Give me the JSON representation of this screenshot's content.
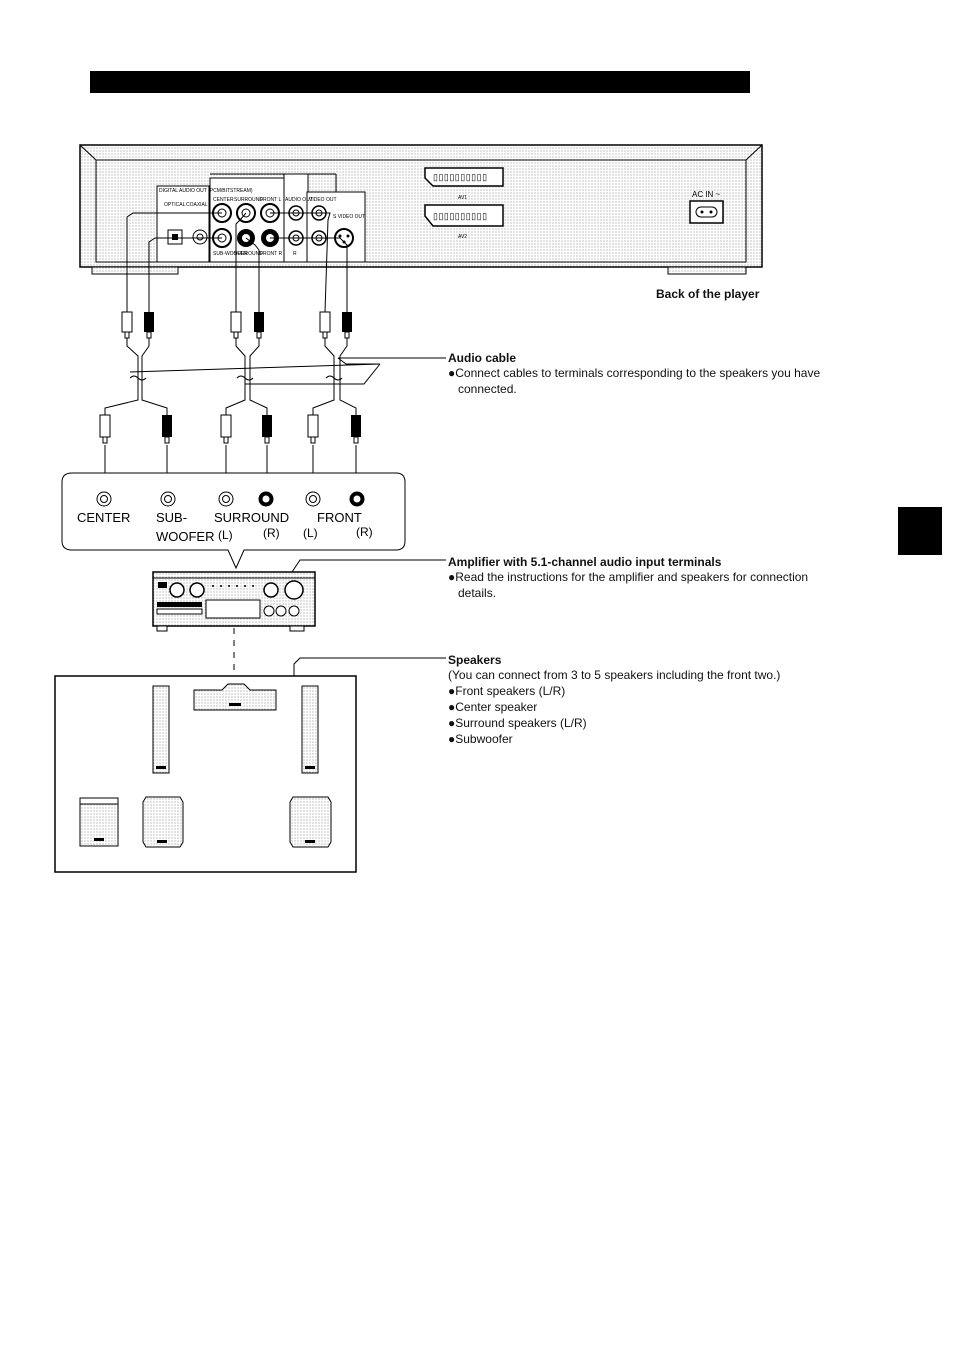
{
  "player": {
    "caption": "Back of the player",
    "panel_labels": {
      "digital_audio_out": "DIGITAL AUDIO OUT (PCM/BITSTREAM)",
      "optical": "OPTICAL",
      "coaxial": "COAXIAL",
      "center": "CENTER",
      "surround": "SURROUND",
      "front_l": "FRONT L",
      "audio_out": "AUDIO OUT",
      "video_out": "VIDEO OUT",
      "subwoofer": "SUB-WOOFER",
      "surround_r": "SURROUND",
      "front_r": "FRONT R",
      "r": "R",
      "s_video_out": "S VIDEO OUT",
      "av1": "AV1",
      "av2": "AV2",
      "ac_in": "AC IN ~"
    }
  },
  "terminals": {
    "center": "CENTER",
    "sub": "SUB-",
    "woofer": "WOOFER",
    "surround": "SURROUND",
    "front": "FRONT",
    "surround_l": "(L)",
    "surround_r": "(R)",
    "front_l": "(L)",
    "front_r": "(R)"
  },
  "callouts": {
    "audio_cable": {
      "title": "Audio cable",
      "lines": [
        "●Connect cables to terminals corresponding to the speakers you have",
        "connected."
      ]
    },
    "amplifier": {
      "title": "Amplifier with 5.1-channel audio input terminals",
      "lines": [
        "●Read the instructions for the amplifier and speakers for connection",
        "details."
      ]
    },
    "speakers": {
      "title": "Speakers",
      "lines": [
        "(You can connect from 3 to 5 speakers including the front two.)",
        "●Front speakers (L/R)",
        "●Center speaker",
        "●Surround speakers (L/R)",
        "●Subwoofer"
      ]
    }
  }
}
